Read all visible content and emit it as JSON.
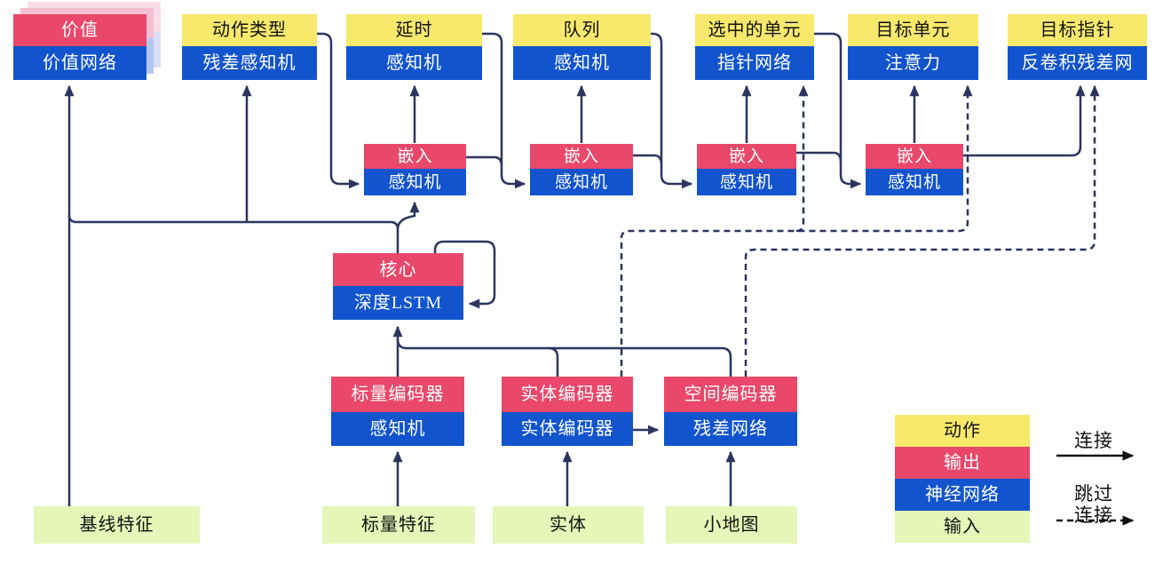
{
  "diagram": {
    "nodes": {
      "value": {
        "top": "价值",
        "bottom": "价值网络"
      },
      "action_type": {
        "top": "动作类型",
        "bottom": "残差感知机"
      },
      "delay": {
        "top": "延时",
        "bottom": "感知机"
      },
      "queue": {
        "top": "队列",
        "bottom": "感知机"
      },
      "selected_units": {
        "top": "选中的单元",
        "bottom": "指针网络"
      },
      "target_unit": {
        "top": "目标单元",
        "bottom": "注意力"
      },
      "target_point": {
        "top": "目标指针",
        "bottom": "反卷积残差网"
      },
      "embed1": {
        "top": "嵌入",
        "bottom": "感知机"
      },
      "embed2": {
        "top": "嵌入",
        "bottom": "感知机"
      },
      "embed3": {
        "top": "嵌入",
        "bottom": "感知机"
      },
      "embed4": {
        "top": "嵌入",
        "bottom": "感知机"
      },
      "core": {
        "top": "核心",
        "bottom": "深度LSTM"
      },
      "scalar_encoder": {
        "top": "标量编码器",
        "bottom": "感知机"
      },
      "entity_encoder": {
        "top": "实体编码器",
        "bottom": "实体编码器"
      },
      "spatial_encoder": {
        "top": "空间编码器",
        "bottom": "残差网络"
      }
    },
    "inputs": {
      "baseline": "基线特征",
      "scalar": "标量特征",
      "entity": "实体",
      "minimap": "小地图"
    },
    "legend": {
      "action": "动作",
      "output": "输出",
      "network": "神经网络",
      "input": "输入",
      "solid": "连接",
      "skip_line1": "跳过",
      "skip_line2": "连接"
    },
    "colors": {
      "action_yellow": "#f8e96d",
      "output_red": "#e9486b",
      "network_blue": "#1254cd",
      "input_green": "#e5f6b8",
      "line_navy": "#2b3560"
    }
  }
}
